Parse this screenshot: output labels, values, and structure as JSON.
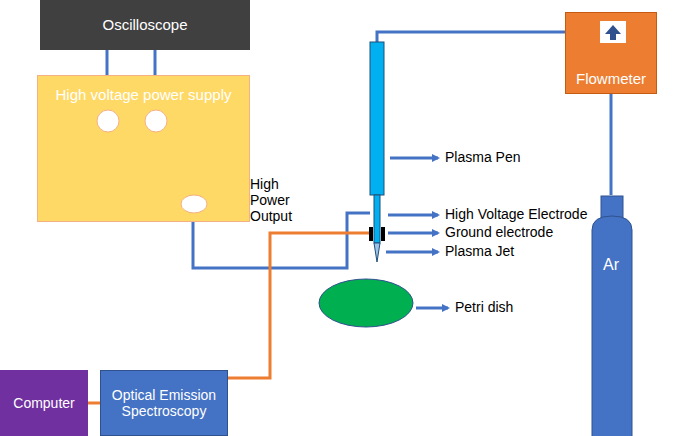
{
  "diagram": {
    "nodes": [
      {
        "text": [
          "Oscilloscope"
        ]
      },
      {
        "text": [
          "High voltage power supply"
        ]
      },
      {
        "text": [
          "Flowmeter"
        ]
      },
      {
        "text": [
          "Ar"
        ]
      },
      {
        "text": [
          "Computer"
        ]
      },
      {
        "text": [
          "Optical Emission Spectroscopy"
        ]
      }
    ],
    "edges": [
      {
        "from": 0,
        "to": 1,
        "arrow": "none"
      },
      {
        "from": 0,
        "to": 1,
        "arrow": "none"
      },
      {
        "from": 2,
        "to": 3,
        "arrow": "none"
      },
      {
        "from": 4,
        "to": 5,
        "arrow": "none"
      }
    ],
    "labels": [
      "High Power Output",
      "Plasma Pen",
      "High Voltage Electrode",
      "Ground electrode",
      "Plasma Jet",
      "Petri dish"
    ]
  }
}
